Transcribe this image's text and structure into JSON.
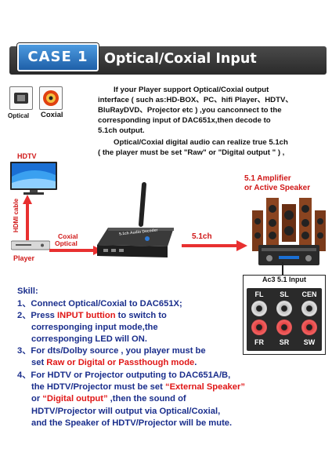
{
  "header": {
    "case_label": "CASE 1",
    "title": "Optical/Coxial Input"
  },
  "connectors": {
    "optical_label": "Optical",
    "coaxial_label": "Coxial"
  },
  "description": {
    "lines": [
      "If your Player support Optical/Coxial output",
      "interface ( such as:HD-BOX、PC、hifi Player、HDTV、",
      "BluRayDVD、Projector etc ) ,you canconnect to the",
      "corresponding input of DAC651x,then decode to",
      "5.1ch output.",
      "Optical/Coxial digital audio can realize true 5.1ch",
      "( the player must be set \"Raw\" or \"Digital output \" ) ,"
    ]
  },
  "diagram": {
    "hdtv_label": "HDTV",
    "hdmi_cable_label": "HDMI cable",
    "player_label": "Player",
    "coaxial_optical_label_1": "Coxial",
    "coaxial_optical_label_2": "Optical",
    "ch_label": "5.1ch",
    "amplifier_label": "5.1 Amplifier",
    "active_speaker_label": "or Active Speaker",
    "device_text": "5.1ch Audio Decoder",
    "colors": {
      "red": "#d01818",
      "blue": "#1a2e8c",
      "arrow_red": "#e83030",
      "dark": "#2a2a2a"
    }
  },
  "input_panel": {
    "title": "Ac3 5.1 Input",
    "top_labels": [
      "FL",
      "SL",
      "CEN"
    ],
    "bottom_labels": [
      "FR",
      "SR",
      "SW"
    ]
  },
  "skills": {
    "heading": "Skill:",
    "item1": "1、Connect Optical/Coxial to  DAC651X;",
    "item2_prefix": "2、Press ",
    "item2_highlight": "INPUT buttion",
    "item2_suffix": " to switch to",
    "item2_line2": "corresponging input mode,the",
    "item2_line3": "corresponging LED will ON.",
    "item3_line1": "3、For dts/Dolby source , you player must be",
    "item3_prefix": "set ",
    "item3_highlight": "Raw or Digital or Passthough mode",
    "item3_suffix": ".",
    "item4_line1": "4、For HDTV or Projector outputing to DAC651A/B,",
    "item4_line2_prefix": "the HDTV/Projector must be set  ",
    "item4_line2_highlight": "“External Speaker”",
    "item4_line3_prefix": "or   ",
    "item4_line3_highlight": "“Digital output”",
    "item4_line3_suffix": " ,then the sound of",
    "item4_line4": "HDTV/Projector will output via Optical/Coxial,",
    "item4_line5": "and the Speaker of HDTV/Projector will be mute."
  }
}
